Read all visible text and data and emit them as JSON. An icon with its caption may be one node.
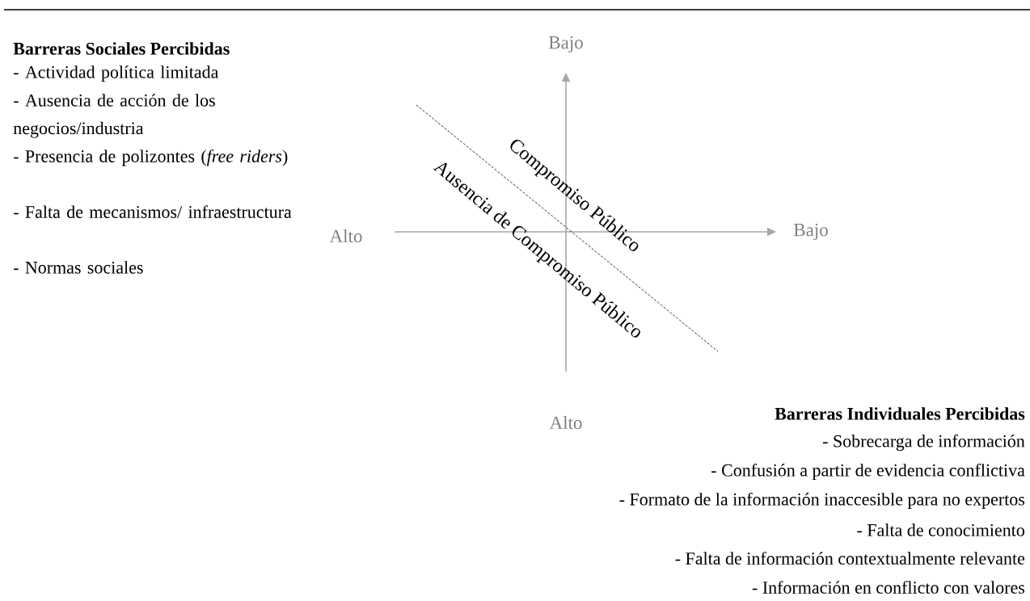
{
  "diagram": {
    "labels": [
      "Bajo",
      "Barreras Sociales Percibidas",
      "- Actividad política limitada",
      "- Ausencia de acción de los negocios/industria",
      "- Presencia de polizontes (*free riders*)",
      "- Falta de mecanismos/ infraestructura",
      "- Normas sociales",
      "Compromiso Público",
      "Ausencia de Compromiso Público",
      "Alto",
      "Bajo",
      "Alto",
      "Barreras Individuales Percibidas",
      "- Sobrecarga de información",
      "- Confusión a partir de evidencia conflictiva",
      "- Formato de la información inaccesible para no expertos",
      "- Falta de conocimiento",
      "- Falta de información contextualmente relevante",
      "- Información en conflicto con valores"
    ]
  }
}
